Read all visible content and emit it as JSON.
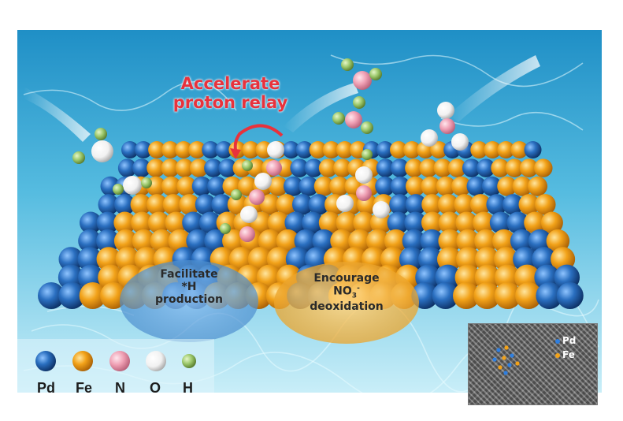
{
  "annotations": {
    "title_line1": "Accelerate",
    "title_line2": "proton relay",
    "facilitate_line1": "Facilitate",
    "facilitate_line2": "*H",
    "facilitate_line3": "production",
    "encourage_line1": "Encourage",
    "encourage_line2": "NO",
    "encourage_sub": "3",
    "encourage_sup": "-",
    "encourage_line3": "deoxidation"
  },
  "legend": [
    {
      "label": "Pd",
      "color": "#1f63b7"
    },
    {
      "label": "Fe",
      "color": "#f2a219"
    },
    {
      "label": "N",
      "color": "#f2a6b8"
    },
    {
      "label": "O",
      "color": "#ffffff"
    },
    {
      "label": "H",
      "color": "#a6cf78"
    }
  ],
  "inset": {
    "pd_label": "Pd",
    "fe_label": "Fe"
  },
  "colors": {
    "water_top": "#2a9fd0",
    "water_bottom": "#bfe9f7",
    "accent_red": "#e8323c",
    "blob_blue": "#5d9bd8",
    "blob_orange": "#f2b740"
  }
}
